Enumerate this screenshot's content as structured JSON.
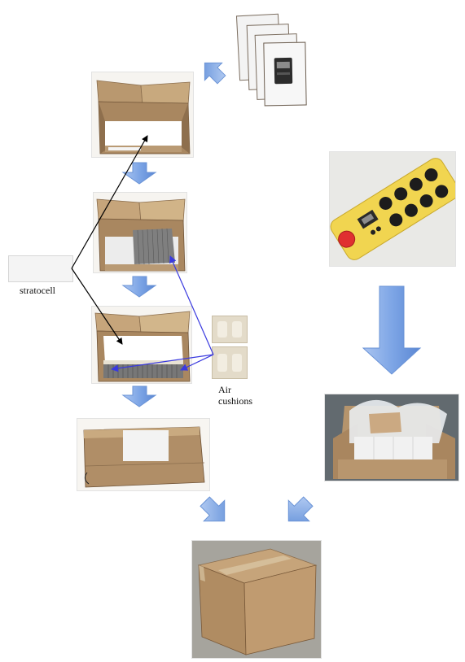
{
  "labels": {
    "stratocell": "stratocell",
    "air_cushions_line1": "Air",
    "air_cushions_line2": "cushions"
  },
  "colors": {
    "arrow_fill": "#7fa6e6",
    "arrow_stroke": "#4e79c4",
    "cardboard": "#b39370",
    "blue_connector": "#3a3adf",
    "black_connector": "#000000",
    "pendant_yellow": "#f1d550",
    "stop_button_red": "#e03030"
  },
  "icons": {
    "block_arrow": "down-arrow-icon",
    "diagonal_arrow": "diagonal-arrow-icon"
  }
}
